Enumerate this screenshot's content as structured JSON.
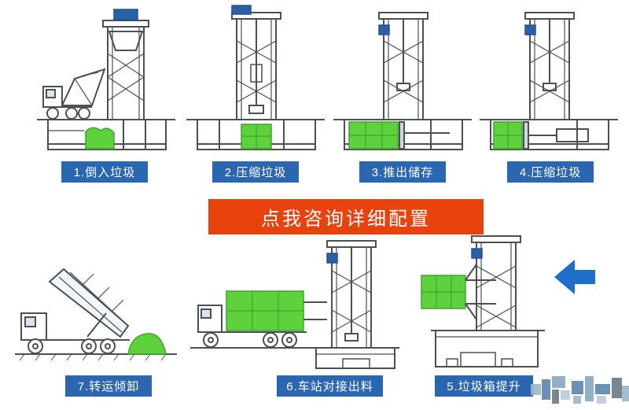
{
  "banner": {
    "label": "点我咨询详细配置"
  },
  "steps": {
    "top": [
      {
        "label": "1.倒入垃圾"
      },
      {
        "label": "2.压缩垃圾"
      },
      {
        "label": "3.推出储存"
      },
      {
        "label": "4.压缩垃圾"
      }
    ],
    "bottom": [
      {
        "label": "7.转运倾卸"
      },
      {
        "label": "6.车站对接出料"
      },
      {
        "label": "5.垃圾箱提升"
      }
    ]
  },
  "icons": {
    "flow_arrow": "arrow-left"
  },
  "colors": {
    "step_label_bg": "#2b66b0",
    "banner_bg": "#e8430e",
    "garbage_green": "#5ed13c",
    "arrow_blue": "#1d6fca",
    "machine_blue": "#2b5fa8",
    "line_dark": "#4a5056"
  }
}
